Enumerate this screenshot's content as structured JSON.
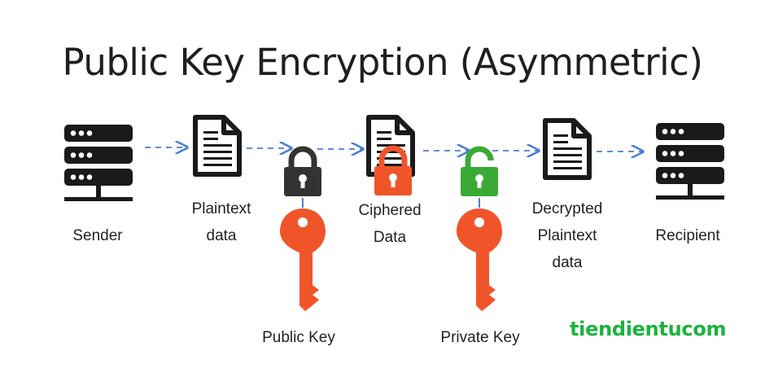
{
  "title": "Public Key Encryption (Asymmetric)",
  "labels": {
    "sender": "Sender",
    "plaintext": "Plaintext\ndata",
    "ciphered": "Ciphered\nData",
    "decrypted": "Decrypted\nPlaintext\ndata",
    "recipient": "Recipient",
    "public_key": "Public Key",
    "private_key": "Private Key"
  },
  "watermark": "tiendientucom",
  "colors": {
    "key": "#f0552a",
    "lock_locked_dark": "#333333",
    "lock_red": "#f0552a",
    "lock_green": "#3aaa35",
    "arrow": "#4a7fd4",
    "icon": "#1a1a1a",
    "watermark": "#1ab43a"
  },
  "icons": {
    "sender": "server-icon",
    "plaintext": "document-icon",
    "public_lock": "lock-closed-icon",
    "ciphered": "document-icon",
    "cipher_lock": "lock-closed-icon",
    "private_lock": "lock-open-icon",
    "decrypted": "document-icon",
    "recipient": "server-icon",
    "public_key": "key-icon",
    "private_key": "key-icon"
  }
}
